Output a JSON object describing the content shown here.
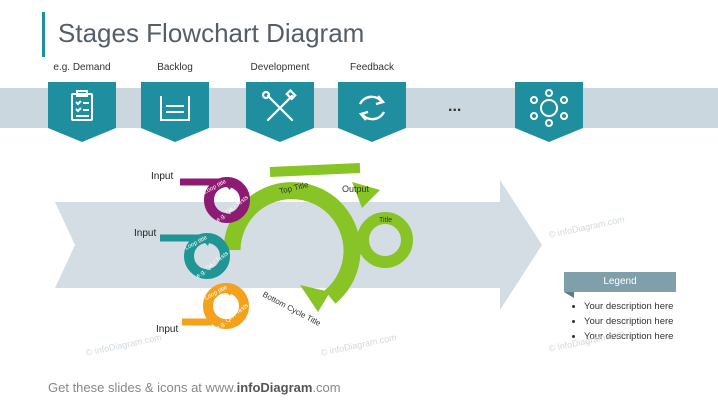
{
  "title": "Stages Flowchart Diagram",
  "stages": [
    {
      "label": "e.g. Demand",
      "icon": "clipboard-checklist-icon"
    },
    {
      "label": "Backlog",
      "icon": "tray-icon"
    },
    {
      "label": "Development",
      "icon": "tools-icon"
    },
    {
      "label": "Feedback",
      "icon": "refresh-arrows-icon"
    },
    {
      "label": "",
      "icon": "network-nodes-icon"
    }
  ],
  "ellipsis": "...",
  "inputs": [
    "Input",
    "Input",
    "Input"
  ],
  "loops": [
    {
      "title": "Loop title",
      "sub": "e.g. QA / Tests",
      "color": "#8d1a73"
    },
    {
      "title": "Loop title",
      "sub": "e.g. QA / Tests",
      "color": "#1f9595"
    },
    {
      "title": "Loop title",
      "sub": "e.g. QA / Tests",
      "color": "#f4a21e"
    }
  ],
  "main_cycle": {
    "top_title": "Top Title",
    "bottom_title": "Bottom Cycle Title",
    "output": "Output",
    "small_title": "Title",
    "color": "#88c425"
  },
  "legend": {
    "header": "Legend",
    "items": [
      "Your description here",
      "Your description here",
      "Your description here"
    ]
  },
  "watermarks": [
    "© infoDiagram.com",
    "© infoDiagram.com",
    "© infoDiagram.com",
    "© infoDiagram.com"
  ],
  "footer": {
    "prefix": "Get these slides & icons at www.",
    "brand": "infoDiagram",
    "suffix": ".com"
  },
  "colors": {
    "teal": "#1f8fa0",
    "band": "#cad7de",
    "arrow": "#d3dde3"
  }
}
